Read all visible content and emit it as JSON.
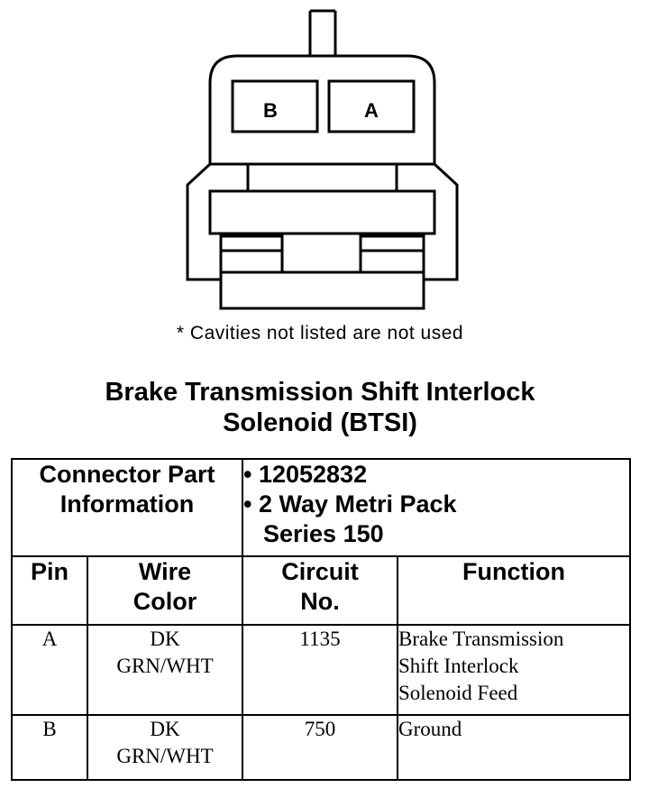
{
  "connector": {
    "cavity_labels": [
      "B",
      "A"
    ]
  },
  "note": "* Cavities not listed are not used",
  "title": {
    "line1": "Brake Transmission Shift Interlock",
    "line2": "Solenoid (BTSI)"
  },
  "connector_info": {
    "label_line1": "Connector Part",
    "label_line2": "Information",
    "bullet1": "• 12052832",
    "bullet2": "• 2 Way Metri Pack",
    "bullet2_cont": "Series 150"
  },
  "columns": {
    "pin": "Pin",
    "wire_l1": "Wire",
    "wire_l2": "Color",
    "circuit_l1": "Circuit",
    "circuit_l2": "No.",
    "function": "Function"
  },
  "rows": [
    {
      "pin": "A",
      "wire_l1": "DK",
      "wire_l2": "GRN/WHT",
      "circuit": "1135",
      "func_l1": "Brake Transmission",
      "func_l2": "Shift Interlock",
      "func_l3": "Solenoid Feed"
    },
    {
      "pin": "B",
      "wire_l1": "DK",
      "wire_l2": "GRN/WHT",
      "circuit": "750",
      "func_l1": "Ground",
      "func_l2": "",
      "func_l3": ""
    }
  ]
}
